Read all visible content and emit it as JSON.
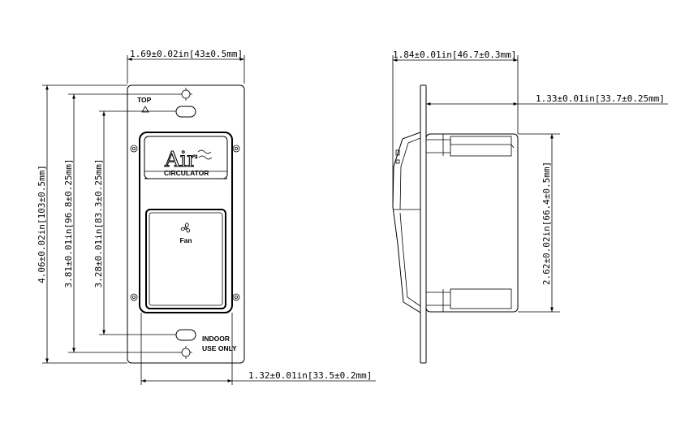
{
  "front_view": {
    "top_label": "TOP",
    "brand_name": "Air",
    "brand_sub": "CIRCULATOR",
    "fan_label": "Fan",
    "warning_line1": "INDOOR",
    "warning_line2": "USE ONLY",
    "dimensions": {
      "width_plate": "1.69±0.02in[43±0.5mm]",
      "width_switch": "1.32±0.01in[33.5±0.2mm]",
      "height_plate": "4.06±0.02in[103±0.5mm]",
      "height_screws": "3.81±0.01in[96.8±0.25mm]",
      "height_holes": "3.28±0.01in[83.3±0.25mm]"
    }
  },
  "side_view": {
    "dimensions": {
      "total_depth": "1.84±0.01in[46.7±0.3mm]",
      "body_depth": "1.33±0.01in[33.7±0.25mm]",
      "body_height": "2.62±0.02in[66.4±0.5mm]"
    }
  },
  "icons": [
    "fan-icon",
    "arrow-up-icon",
    "screw-icon"
  ]
}
